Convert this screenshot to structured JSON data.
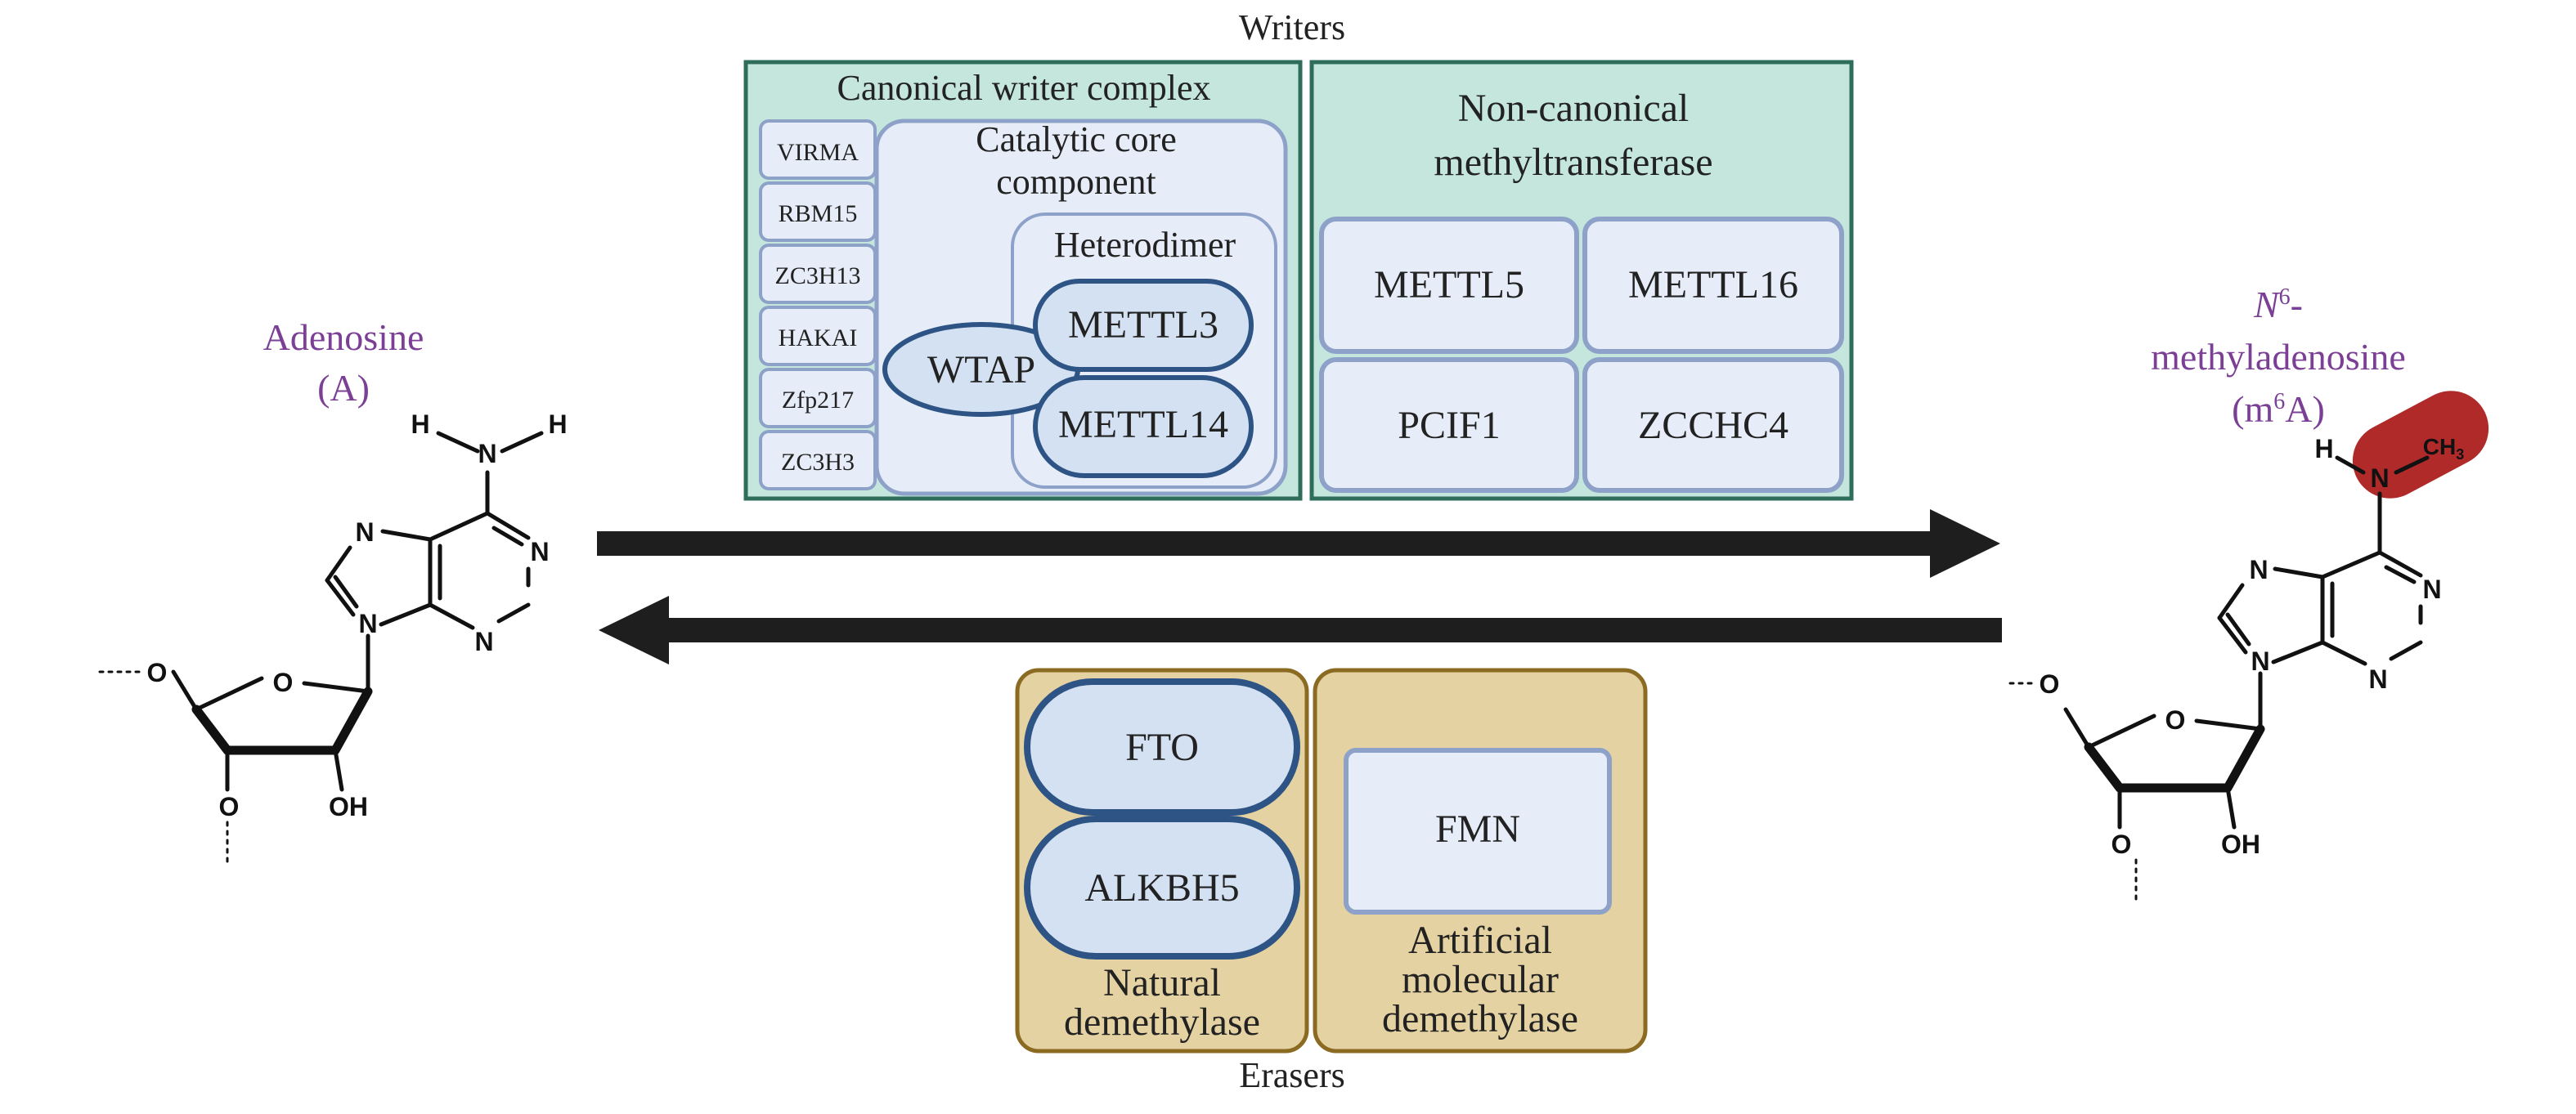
{
  "writers": {
    "title": "Writers",
    "canonical": {
      "title": "Canonical writer complex",
      "adaptors": [
        "VIRMA",
        "RBM15",
        "ZC3H13",
        "HAKAI",
        "Zfp217",
        "ZC3H3"
      ],
      "core_title_1": "Catalytic core",
      "core_title_2": "component",
      "heterodimer_title": "Heterodimer",
      "wtap": "WTAP",
      "mettl3": "METTL3",
      "mettl14": "METTL14"
    },
    "noncanonical": {
      "title_1": "Non-canonical",
      "title_2": "methyltransferase",
      "enzymes": [
        "METTL5",
        "METTL16",
        "PCIF1",
        "ZCCHC4"
      ]
    }
  },
  "erasers": {
    "title": "Erasers",
    "natural": {
      "fto": "FTO",
      "alkbh5": "ALKBH5",
      "label_1": "Natural",
      "label_2": "demethylase"
    },
    "artificial": {
      "fmn": "FMN",
      "label_1": "Artificial",
      "label_2": "molecular",
      "label_3": "demethylase"
    }
  },
  "adenosine": {
    "name": "Adenosine",
    "abbr": "(A)"
  },
  "m6a": {
    "n_italic": "N",
    "superscript": "6",
    "dash": "-",
    "name": "methyladenosine",
    "abbr_open": "(m",
    "abbr_sup": "6",
    "abbr_close": "A)"
  },
  "chem_atoms": {
    "h": "H",
    "n": "N",
    "o": "O",
    "oh": "OH",
    "ch": "CH",
    "three": "3"
  },
  "colors": {
    "writers_bg": "#c4e6dc",
    "writers_border": "#2f6d5b",
    "inner_bg": "#e6edf8",
    "inner_border": "#8ea2c9",
    "pill_fill": "#d3e1f2",
    "pill_border": "#2d5484",
    "erasers_bg": "#e4d2a2",
    "erasers_border": "#8b6a22",
    "label_purple": "#7b3f95",
    "methyl_red": "#b02a2a",
    "arrow": "#1e1e1e"
  }
}
